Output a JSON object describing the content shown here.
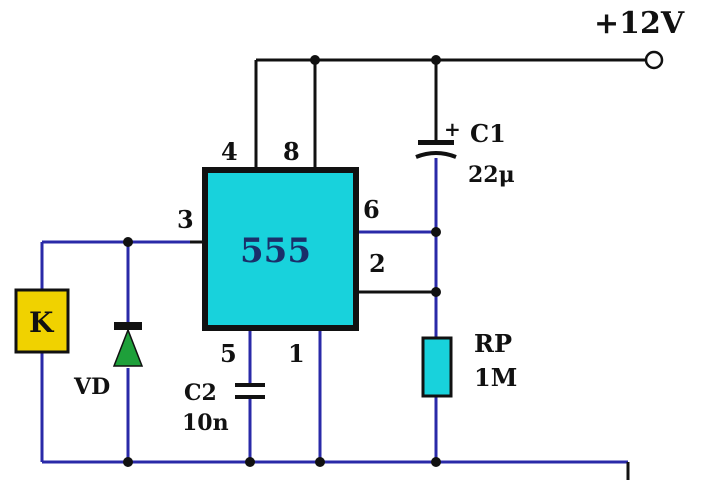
{
  "supply": {
    "label": "+12V"
  },
  "ic": {
    "label": "555"
  },
  "pins": {
    "p4": "4",
    "p8": "8",
    "p3": "3",
    "p6": "6",
    "p2": "2",
    "p5": "5",
    "p1": "1"
  },
  "c1": {
    "polarity": "+",
    "name": "C1",
    "value": "22μ"
  },
  "c2": {
    "name": "C2",
    "value": "10n"
  },
  "rp": {
    "name": "RP",
    "value": "1M"
  },
  "relay": {
    "label": "K"
  },
  "diode": {
    "label": "VD"
  },
  "colors": {
    "ic_fill": "#18d2dc",
    "relay_fill": "#f0d200",
    "diode_fill": "#1ea03a",
    "resistor_fill": "#18d2dc",
    "wire_black": "#111111",
    "wire_blue": "#2a2aa8"
  }
}
